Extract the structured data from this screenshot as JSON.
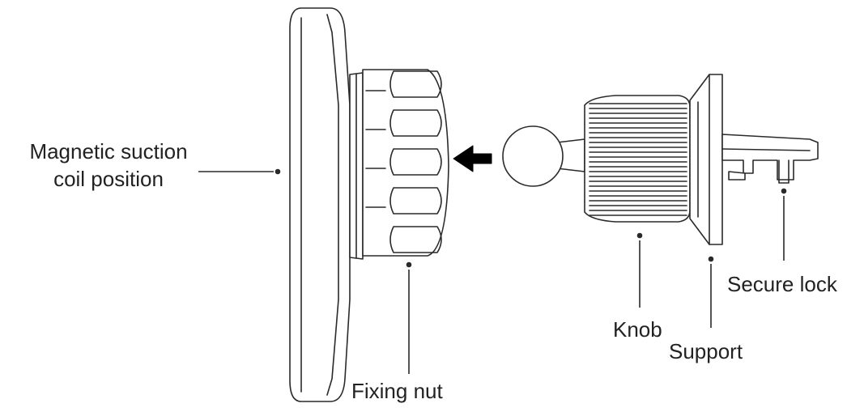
{
  "labels": {
    "magnetic_line1": "Magnetic suction",
    "magnetic_line2": "coil position",
    "fixing_nut": "Fixing nut",
    "knob": "Knob",
    "support": "Support",
    "secure_lock": "Secure lock"
  },
  "colors": {
    "stroke": "#2a2a2a",
    "text": "#222222",
    "arrow": "#000000",
    "fill": "#ffffff"
  },
  "icons": {
    "direction": "arrow-left-icon"
  }
}
